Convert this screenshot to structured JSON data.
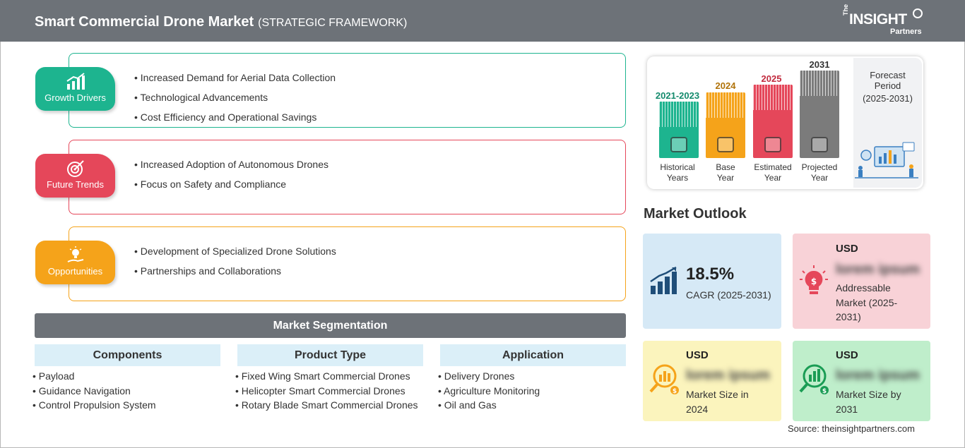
{
  "header": {
    "title": "Smart Commercial Drone Market",
    "subtitle": "(STRATEGIC FRAMEWORK)",
    "logo": {
      "the": "The",
      "insight": "INSIGHT",
      "partners": "Partners"
    }
  },
  "framework": {
    "growth_drivers": {
      "label": "Growth Drivers",
      "color": "#1db48f",
      "items": [
        "Increased Demand for Aerial Data Collection",
        "Technological Advancements",
        "Cost Efficiency and Operational Savings"
      ]
    },
    "future_trends": {
      "label": "Future Trends",
      "color": "#e5475a",
      "items": [
        "Increased Adoption of Autonomous Drones",
        "Focus on Safety and Compliance"
      ]
    },
    "opportunities": {
      "label": "Opportunities",
      "color": "#f5a31a",
      "items": [
        "Development of Specialized Drone Solutions",
        "Partnerships and Collaborations"
      ]
    }
  },
  "segmentation": {
    "title": "Market Segmentation",
    "columns": [
      {
        "heading": "Components",
        "items": [
          "Payload",
          "Guidance Navigation",
          "Control Propulsion System"
        ]
      },
      {
        "heading": "Product Type",
        "items": [
          "Fixed Wing Smart Commercial Drones",
          "Helicopter Smart Commercial Drones",
          "Rotary Blade Smart Commercial Drones"
        ]
      },
      {
        "heading": "Application",
        "items": [
          "Delivery Drones",
          "Agriculture Monitoring",
          "Oil and Gas"
        ]
      }
    ]
  },
  "timeline": {
    "periods": [
      {
        "year": "2021-2023",
        "caption_line1": "Historical",
        "caption_line2": "Years",
        "color": "#1db48f",
        "text_color": "#138a6c"
      },
      {
        "year": "2024",
        "caption_line1": "Base",
        "caption_line2": "Year",
        "color": "#f5a31a",
        "text_color": "#b07208"
      },
      {
        "year": "2025",
        "caption_line1": "Estimated",
        "caption_line2": "Year",
        "color": "#e5475a",
        "text_color": "#c12a3d"
      },
      {
        "year": "2031",
        "caption_line1": "Projected",
        "caption_line2": "Year",
        "color": "#7b7b7b",
        "text_color": "#333333"
      }
    ],
    "forecast_line1": "Forecast",
    "forecast_line2": "Period",
    "forecast_range": "(2025-2031)"
  },
  "market_outlook": {
    "title": "Market Outlook",
    "cagr": {
      "value": "18.5%",
      "label": "CAGR (2025-2031)",
      "color": "#d6e9f6"
    },
    "addressable": {
      "currency": "USD",
      "value": "lorem ipsum",
      "label_line1": "Addressable",
      "label_line2": "Market (2025-",
      "label_line3": "2031)",
      "color": "#f8d2d7"
    },
    "size_2024": {
      "currency": "USD",
      "value": "lorem ipsum",
      "label_line1": "Market Size in",
      "label_line2": "2024",
      "color": "#fbf4bd"
    },
    "size_2031": {
      "currency": "USD",
      "value": "lorem ipsum",
      "label_line1": "Market Size by",
      "label_line2": "2031",
      "color": "#bfeecb"
    }
  },
  "source": "Source: theinsightpartners.com"
}
